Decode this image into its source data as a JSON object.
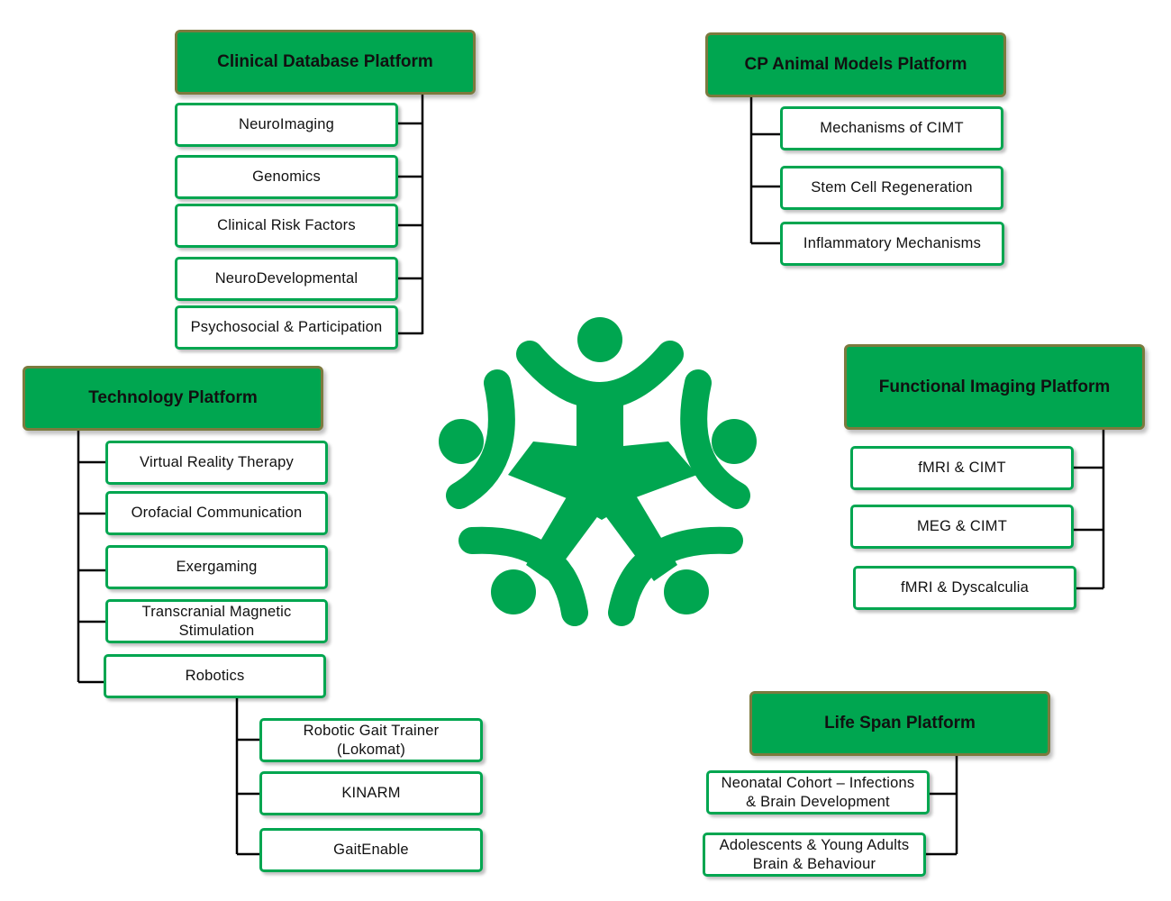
{
  "colors": {
    "accent": "#00a650",
    "header_border": "#7c7a3e",
    "connector": "#000000"
  },
  "logo": {
    "name": "cp-network-logo-icon"
  },
  "platforms": {
    "clinical": {
      "title": "Clinical Database Platform",
      "items": [
        "NeuroImaging",
        "Genomics",
        "Clinical  Risk  Factors",
        "NeuroDevelopmental",
        "Psychosocial  &  Participation"
      ]
    },
    "animal": {
      "title": "CP Animal Models Platform",
      "items": [
        "Mechanisms  of CIMT",
        "Stem  Cell  Regeneration",
        "Inflammatory  Mechanisms"
      ]
    },
    "technology": {
      "title": "Technology Platform",
      "items": [
        "Virtual  Reality  Therapy",
        "Orofacial  Communication",
        "Exergaming",
        "Transcranial  Magnetic\nStimulation",
        "Robotics"
      ],
      "robotics_items": [
        "Robotic  Gait  Trainer\n(Lokomat)",
        "KINARM",
        "GaitEnable"
      ]
    },
    "functional": {
      "title": "Functional Imaging Platform",
      "items": [
        "fMRI  &  CIMT",
        "MEG  &  CIMT",
        "fMRI  &  Dyscalculia"
      ]
    },
    "lifespan": {
      "title": "Life Span Platform",
      "items": [
        "Neonatal  Cohort  – Infections\n&  Brain  Development",
        "Adolescents  &  Young  Adults\nBrain  &  Behaviour"
      ]
    }
  }
}
